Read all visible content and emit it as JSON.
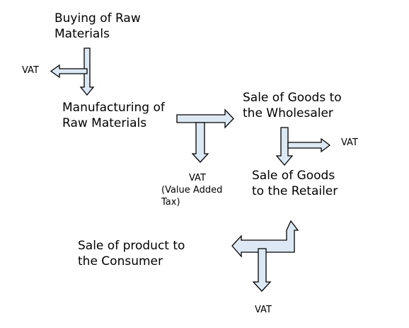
{
  "stages": {
    "buying": {
      "line1": "Buying of Raw",
      "line2": "Materials"
    },
    "manufacturing": {
      "line1": "Manufacturing of",
      "line2": "Raw Materials"
    },
    "wholesaler": {
      "line1": "Sale of Goods to",
      "line2": "the Wholesaler"
    },
    "retailer": {
      "line1": "Sale of Goods",
      "line2": "to the Retailer"
    },
    "consumer": {
      "line1": "Sale of product to",
      "line2": "the Consumer"
    }
  },
  "vat_labels": {
    "buying": "VAT",
    "manufacturing": "VAT",
    "manufacturing_note_line1": "(Value Added",
    "manufacturing_note_line2": "Tax)",
    "wholesaler": "VAT",
    "consumer": "VAT"
  },
  "colors": {
    "arrow_fill": "#dce9f5",
    "arrow_stroke": "#000000"
  }
}
